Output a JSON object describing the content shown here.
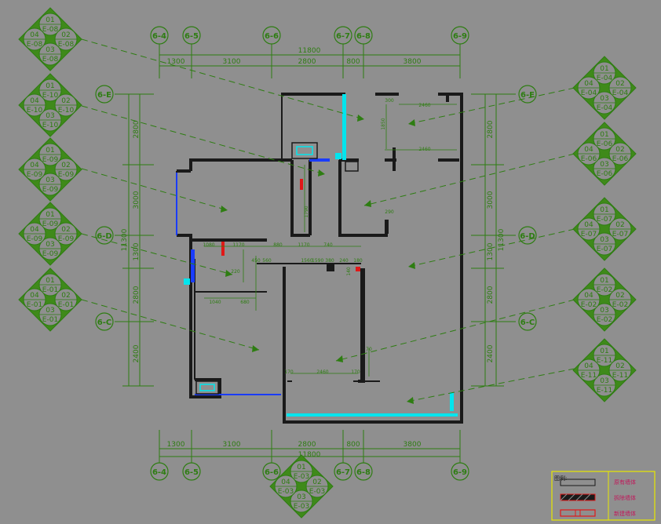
{
  "axes": {
    "top": [
      "6-4",
      "6-5",
      "6-6",
      "6-7",
      "6-8",
      "6-9"
    ],
    "bottom": [
      "6-4",
      "6-5",
      "6-6",
      "6-7",
      "6-8",
      "6-9"
    ],
    "left": [
      "6-E",
      "6-D",
      "6-C"
    ],
    "right": [
      "6-E",
      "6-D",
      "6-C"
    ]
  },
  "dims": {
    "overall": "11800",
    "top_spans": [
      "1300",
      "3100",
      "2800",
      "800",
      "3800"
    ],
    "bottom_spans": [
      "1300",
      "3100",
      "2800",
      "800",
      "3800"
    ],
    "left_overall": "11300",
    "left_spans": [
      "2800",
      "3000",
      "1300",
      "2800",
      "2400"
    ],
    "right_overall": "11300",
    "right_spans": [
      "2800",
      "3000",
      "1300",
      "2800",
      "2400"
    ]
  },
  "inner_dims": [
    "2460",
    "2460",
    "1850",
    "1790",
    "1560",
    "1170",
    "1170",
    "740",
    "880",
    "1590",
    "1080",
    "380",
    "240",
    "180",
    "170",
    "2460",
    "170",
    "680",
    "70",
    "1040",
    "290",
    "140",
    "300",
    "560",
    "450",
    "220"
  ],
  "elevation_tags": [
    {
      "id": "L1",
      "n": [
        "01",
        "02",
        "03",
        "04"
      ],
      "codes": [
        "E-08",
        "E-08",
        "E-08",
        "E-08"
      ]
    },
    {
      "id": "L2",
      "n": [
        "01",
        "02",
        "03",
        "04"
      ],
      "codes": [
        "E-10",
        "E-10",
        "E-10",
        "E-10"
      ]
    },
    {
      "id": "L3",
      "n": [
        "01",
        "02",
        "03",
        "04"
      ],
      "codes": [
        "E-09",
        "E-09",
        "E-09",
        "E-09"
      ]
    },
    {
      "id": "L4",
      "n": [
        "01",
        "02",
        "03",
        "04"
      ],
      "codes": [
        "E-09",
        "E-09",
        "E-09",
        "E-09"
      ]
    },
    {
      "id": "L5",
      "n": [
        "01",
        "02",
        "03",
        "04"
      ],
      "codes": [
        "E-01",
        "E-01",
        "E-01",
        "E-01"
      ]
    },
    {
      "id": "R1",
      "n": [
        "01",
        "02",
        "03",
        "04"
      ],
      "codes": [
        "E-04",
        "E-04",
        "E-04",
        "E-04"
      ]
    },
    {
      "id": "R2",
      "n": [
        "01",
        "02",
        "03",
        "04"
      ],
      "codes": [
        "E-06",
        "E-06",
        "E-06",
        "E-06"
      ]
    },
    {
      "id": "R3",
      "n": [
        "01",
        "02",
        "03",
        "04"
      ],
      "codes": [
        "E-07",
        "E-07",
        "E-07",
        "E-07"
      ]
    },
    {
      "id": "R4",
      "n": [
        "01",
        "02",
        "03",
        "04"
      ],
      "codes": [
        "E-02",
        "E-02",
        "E-02",
        "E-02"
      ]
    },
    {
      "id": "R5",
      "n": [
        "01",
        "02",
        "03",
        "04"
      ],
      "codes": [
        "E-11",
        "E-11",
        "E-11",
        "E-11"
      ]
    },
    {
      "id": "B1",
      "n": [
        "01",
        "02",
        "03",
        "04"
      ],
      "codes": [
        "E-03",
        "E-03",
        "E-03",
        "E-03"
      ]
    }
  ],
  "legend": {
    "title": "图例:",
    "items": [
      "原有墙体",
      "拆除墙体",
      "新建墙体"
    ]
  },
  "colors": {
    "background": "#8f8f8f",
    "green": "#2e7d12",
    "tag_green": "#3f8a1a",
    "wall": "#1a1a1a",
    "blue": "#1a3cff",
    "cyan": "#00e5ee",
    "red": "#e01818",
    "legend_border": "#e8e800"
  }
}
